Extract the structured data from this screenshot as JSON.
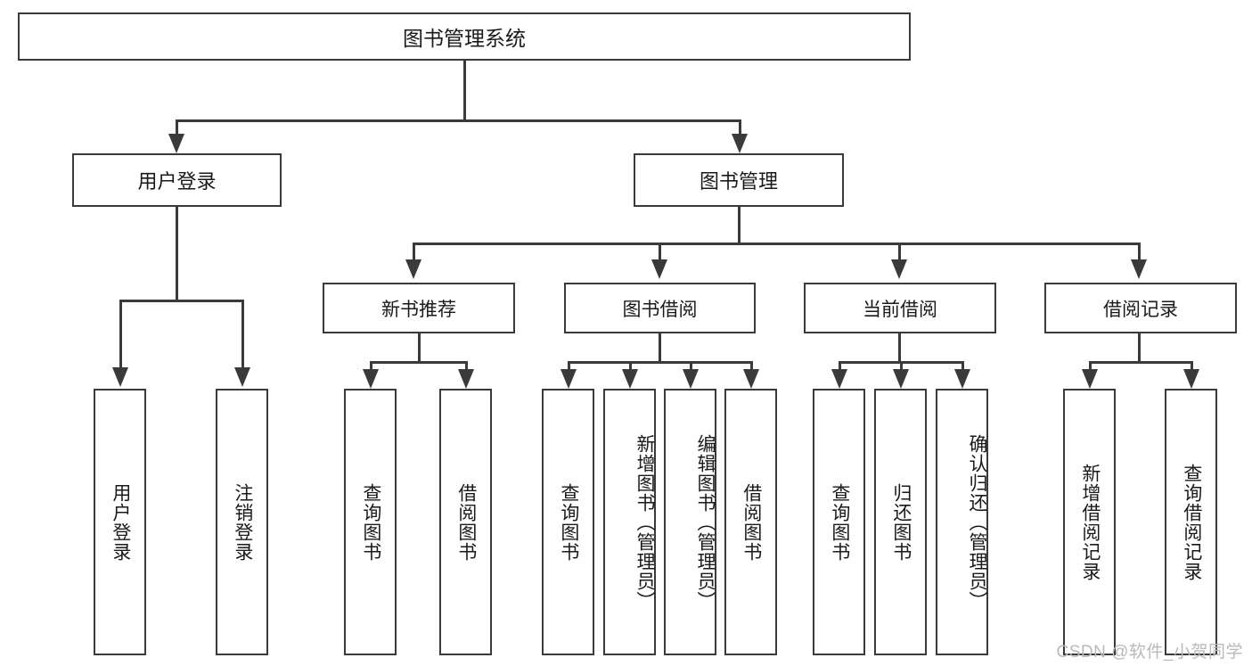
{
  "diagram": {
    "title": "图书管理系统",
    "type": "tree-hierarchy-diagram",
    "root": {
      "label": "图书管理系统"
    },
    "level2": [
      {
        "id": "user-login",
        "label": "用户登录"
      },
      {
        "id": "book-management",
        "label": "图书管理"
      }
    ],
    "level3": [
      {
        "id": "new-book-recommend",
        "label": "新书推荐",
        "parent": "book-management"
      },
      {
        "id": "book-borrow",
        "label": "图书借阅",
        "parent": "book-management"
      },
      {
        "id": "current-borrow",
        "label": "当前借阅",
        "parent": "book-management"
      },
      {
        "id": "borrow-record",
        "label": "借阅记录",
        "parent": "book-management"
      }
    ],
    "leaves": {
      "user_login": [
        {
          "id": "leaf-user-login",
          "label": "用户登录"
        },
        {
          "id": "leaf-logout-login",
          "label": "注销登录"
        }
      ],
      "new_book_recommend": [
        {
          "id": "leaf-query-book-1",
          "label": "查询图书"
        },
        {
          "id": "leaf-borrow-book-1",
          "label": "借阅图书"
        }
      ],
      "book_borrow": [
        {
          "id": "leaf-query-book-2",
          "label": "查询图书"
        },
        {
          "id": "leaf-add-book",
          "label": "新增图书（管理员）"
        },
        {
          "id": "leaf-edit-book",
          "label": "编辑图书（管理员）"
        },
        {
          "id": "leaf-borrow-book-2",
          "label": "借阅图书"
        }
      ],
      "current_borrow": [
        {
          "id": "leaf-query-book-3",
          "label": "查询图书"
        },
        {
          "id": "leaf-return-book",
          "label": "归还图书"
        },
        {
          "id": "leaf-confirm-return",
          "label": "确认归还（管理员）"
        }
      ],
      "borrow_record": [
        {
          "id": "leaf-add-record",
          "label": "新增借阅记录"
        },
        {
          "id": "leaf-query-record",
          "label": "查询借阅记录"
        }
      ]
    }
  },
  "watermark": {
    "text": "CSDN @软件_小贺同学"
  },
  "colors": {
    "stroke": "#3a3a3a",
    "background": "#ffffff",
    "text": "#1a1a1a",
    "watermark": "#b9b9b9"
  }
}
